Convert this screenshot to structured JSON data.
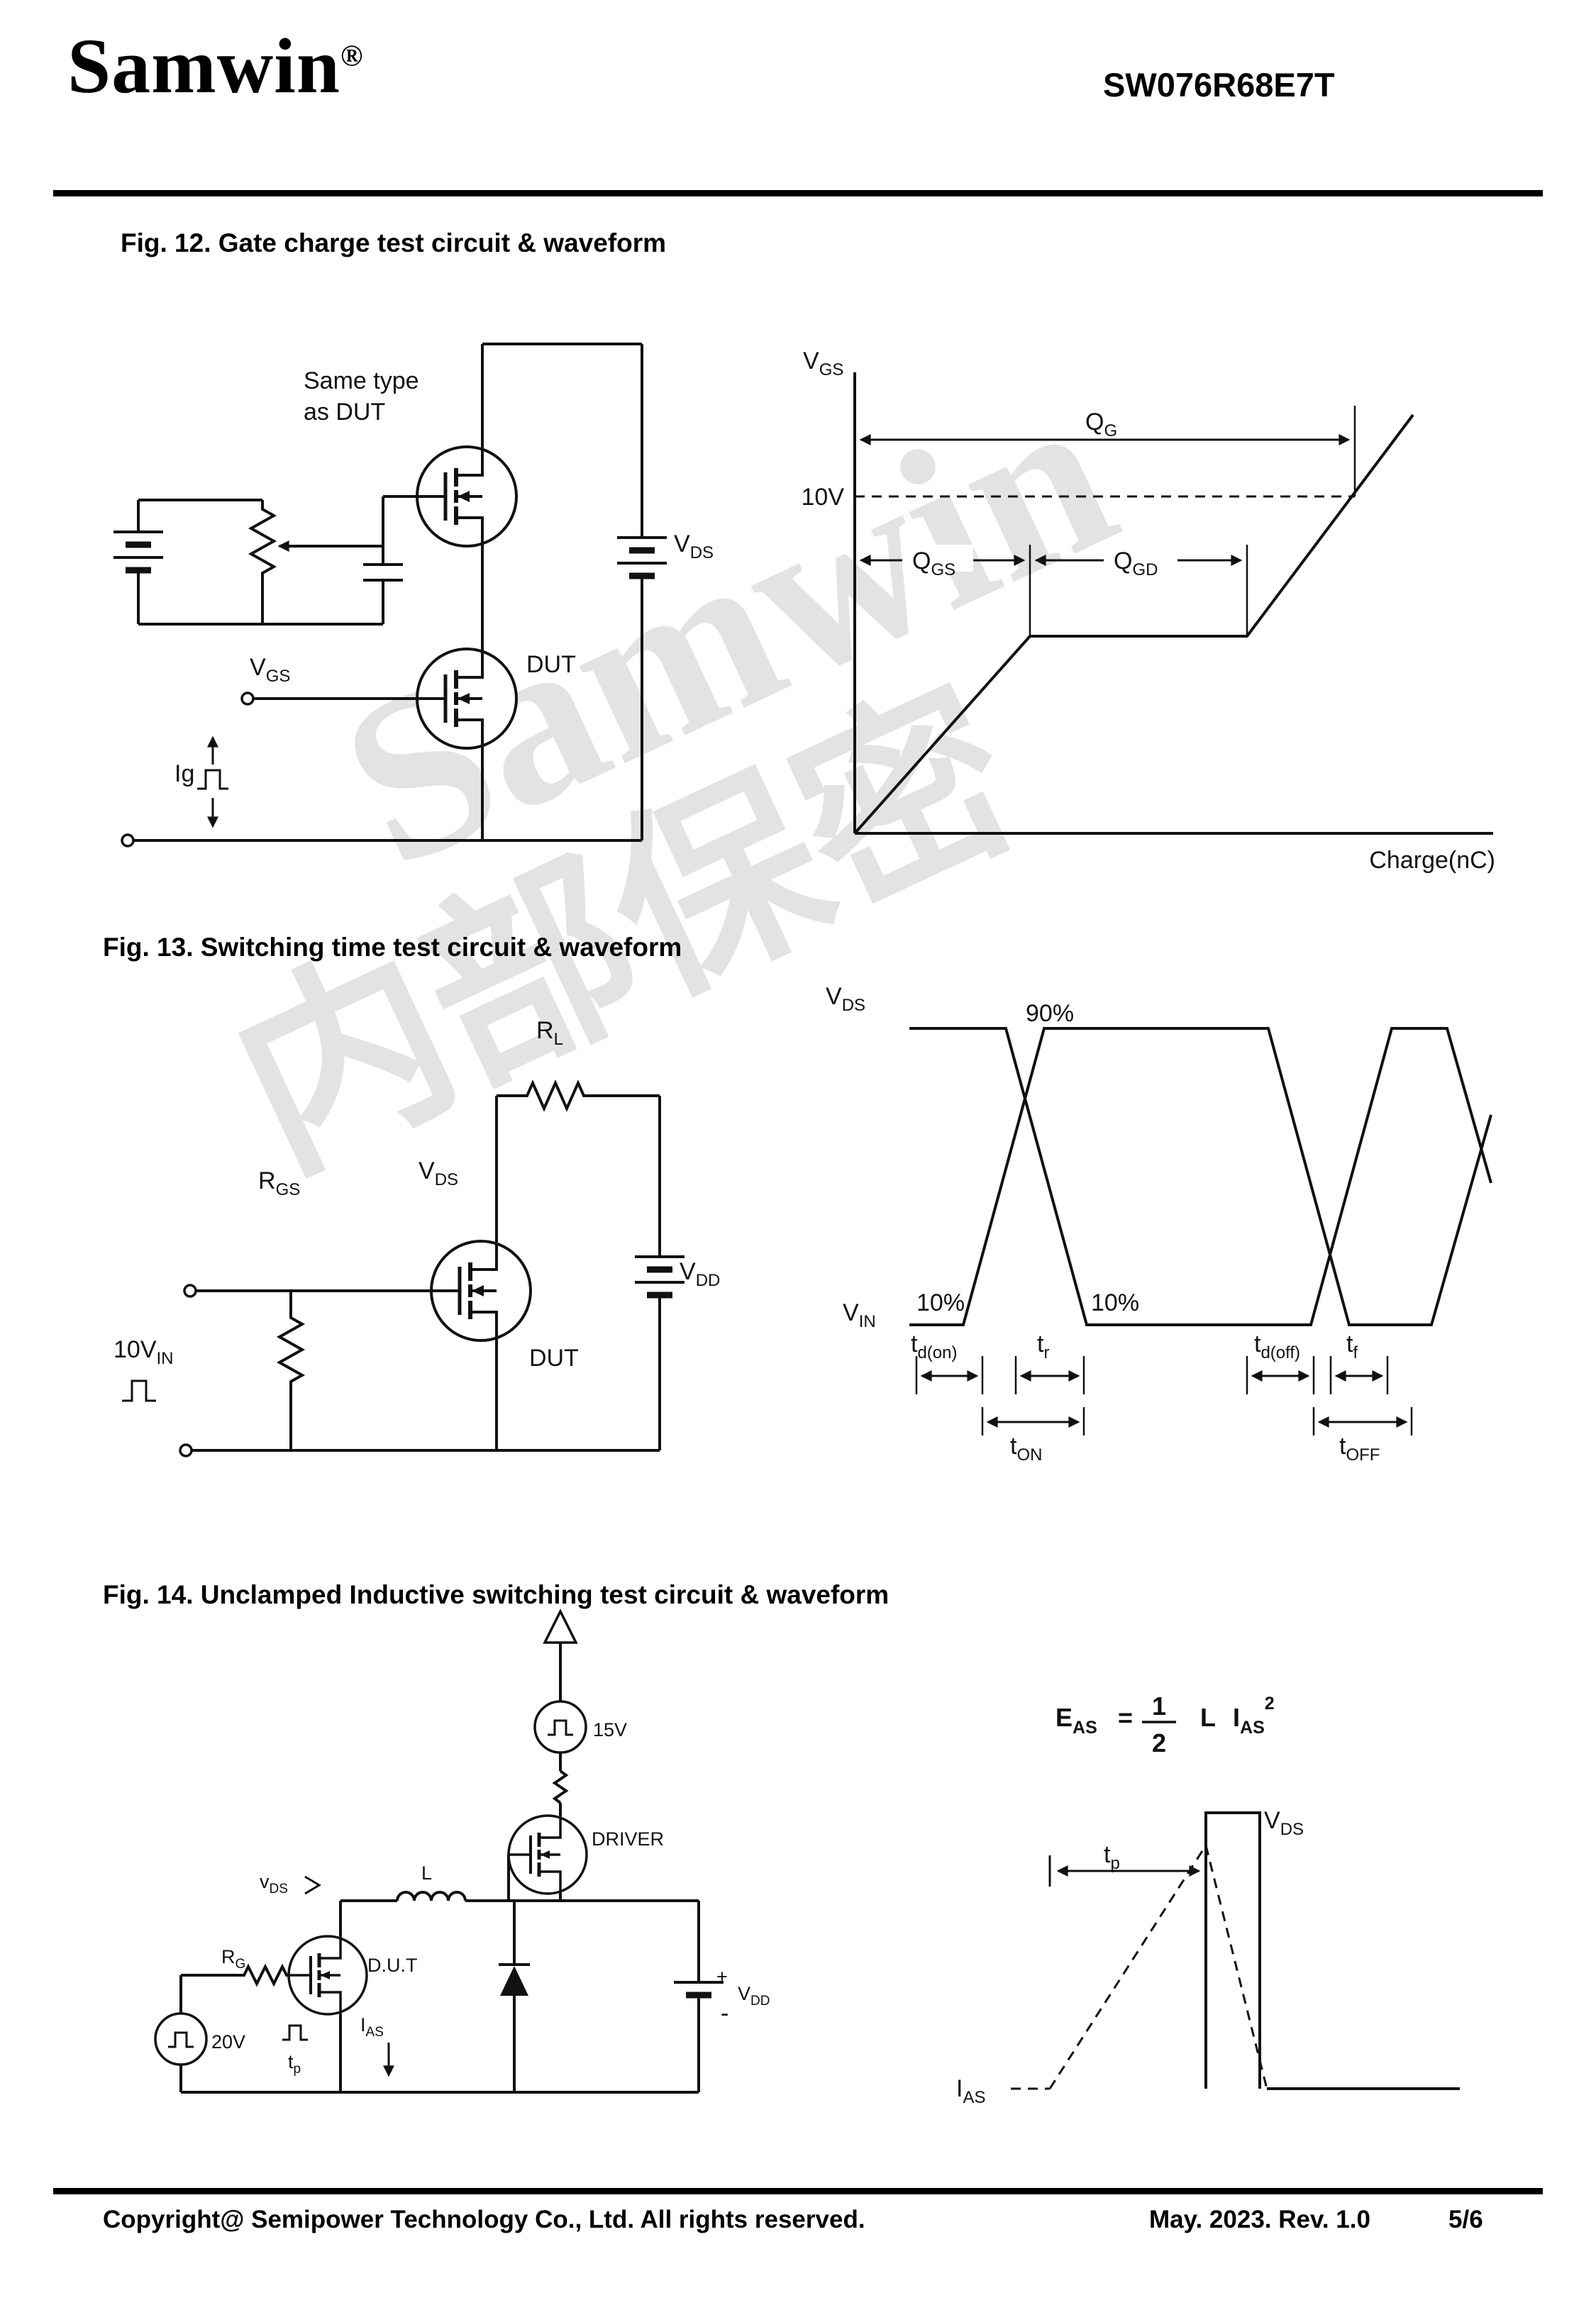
{
  "page": {
    "brand": "Samwin",
    "reg_mark": "®",
    "part_number": "SW076R68E7T",
    "watermark_line1": "Samwin",
    "watermark_line2": "内部保密",
    "footer": {
      "copyright": "Copyright@ Semipower Technology Co., Ltd. All rights reserved.",
      "revision": "May. 2023. Rev. 1.0",
      "page_num": "5/6"
    }
  },
  "fig12": {
    "title": "Fig. 12. Gate charge test circuit & waveform",
    "circuit": {
      "same_type_1": "Same type",
      "same_type_2": "as DUT",
      "dut": "DUT",
      "ig": "Ig",
      "vgs": {
        "main": "V",
        "sub": "GS"
      },
      "vds": {
        "main": "V",
        "sub": "DS"
      }
    },
    "waveform": {
      "ylabel": {
        "main": "V",
        "sub": "GS"
      },
      "level": "10V",
      "qg": {
        "main": "Q",
        "sub": "G"
      },
      "qgs": {
        "main": "Q",
        "sub": "GS"
      },
      "qgd": {
        "main": "Q",
        "sub": "GD"
      },
      "xlabel": "Charge(nC)"
    }
  },
  "fig13": {
    "title": "Fig. 13. Switching time test circuit & waveform",
    "circuit": {
      "rl": {
        "main": "R",
        "sub": "L"
      },
      "rgs": {
        "main": "R",
        "sub": "GS"
      },
      "vds": {
        "main": "V",
        "sub": "DS"
      },
      "vdd": {
        "main": "V",
        "sub": "DD"
      },
      "dut": "DUT",
      "vin": {
        "main": "10V",
        "sub": "IN"
      }
    },
    "waveform": {
      "vds": {
        "main": "V",
        "sub": "DS"
      },
      "p90": "90%",
      "p10a": "10%",
      "p10b": "10%",
      "vin": {
        "main": "V",
        "sub": "IN"
      },
      "td_on": {
        "main": "t",
        "sub": "d(on)"
      },
      "tr": {
        "main": "t",
        "sub": "r"
      },
      "td_off": {
        "main": "t",
        "sub": "d(off)"
      },
      "tf": {
        "main": "t",
        "sub": "f"
      },
      "ton": {
        "main": "t",
        "sub": "ON"
      },
      "toff": {
        "main": "t",
        "sub": "OFF"
      }
    }
  },
  "fig14": {
    "title": "Fig. 14. Unclamped Inductive switching test circuit & waveform",
    "circuit": {
      "v15": "15V",
      "driver": "DRIVER",
      "inductor": "L",
      "vds": {
        "main": "v",
        "sub": "DS"
      },
      "rg": {
        "main": "R",
        "sub": "G"
      },
      "dut": "D.U.T",
      "v20": "20V",
      "tp": {
        "main": "t",
        "sub": "p"
      },
      "ias": {
        "main": "I",
        "sub": "AS"
      },
      "plus": "+",
      "minus": "-",
      "vdd": {
        "main": "V",
        "sub": "DD"
      }
    },
    "formula": {
      "e": {
        "main": "E",
        "sub": "AS"
      },
      "eq": "=",
      "num": "1",
      "den": "2",
      "l": "L",
      "i": {
        "main": "I",
        "sub": "AS"
      },
      "sup": "2"
    },
    "waveform": {
      "tp": {
        "main": "t",
        "sub": "p"
      },
      "vds": {
        "main": "V",
        "sub": "DS"
      },
      "ias": {
        "main": "I",
        "sub": "AS"
      }
    }
  }
}
